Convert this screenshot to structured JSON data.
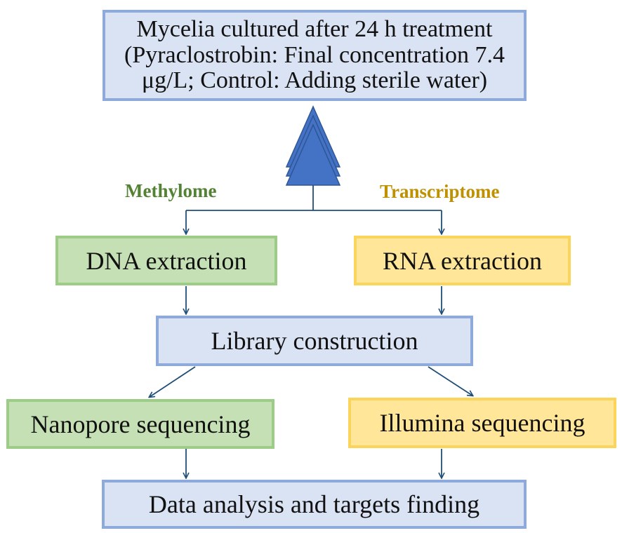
{
  "diagram": {
    "top_box": {
      "lines": [
        "Mycelia cultured after 24 h treatment",
        "(Pyraclostrobin: Final concentration 7.4",
        "μg/L; Control: Adding sterile water)"
      ]
    },
    "branch_labels": {
      "left": "Methylome",
      "right": "Transcriptome"
    },
    "dna_extraction": "DNA extraction",
    "rna_extraction": "RNA extraction",
    "library_construction": "Library construction",
    "nanopore_sequencing": "Nanopore sequencing",
    "illumina_sequencing": "Illumina sequencing",
    "data_analysis": "Data analysis and targets finding",
    "colors": {
      "blue_fill": "#dae3f3",
      "blue_border": "#8eaadb",
      "green_fill": "#c5e0b4",
      "yellow_fill": "#ffe699",
      "arrow": "#1f4e79",
      "tree_icon": "#4472c4",
      "methylome_label": "#548235",
      "transcriptome_label": "#bf9000"
    }
  }
}
